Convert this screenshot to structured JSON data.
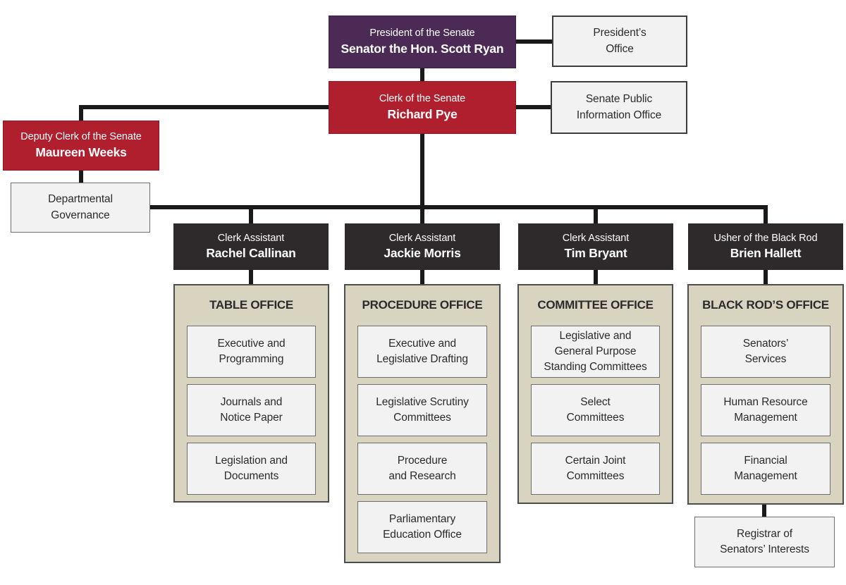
{
  "colors": {
    "purple": "#4b2a56",
    "red": "#b01f2e",
    "charcoal": "#2e2a2b",
    "container_beige": "#d8d4c0",
    "light_box": "#f2f2f2",
    "line_black": "#1a1a1a"
  },
  "nodes": {
    "president": {
      "role": "President of the Senate",
      "person": "Senator the Hon. Scott Ryan"
    },
    "presidents_office": {
      "label": "President’s\nOffice"
    },
    "clerk": {
      "role": "Clerk of the Senate",
      "person": "Richard Pye"
    },
    "senate_public_information_office": {
      "label": "Senate Public\nInformation Office"
    },
    "deputy_clerk": {
      "role": "Deputy Clerk of the Senate",
      "person": "Maureen Weeks"
    },
    "departmental_governance": {
      "label": "Departmental\nGovernance"
    },
    "clerk_assistant_table": {
      "role": "Clerk Assistant",
      "person": "Rachel Callinan"
    },
    "clerk_assistant_procedure": {
      "role": "Clerk Assistant",
      "person": "Jackie Morris"
    },
    "clerk_assistant_committee": {
      "role": "Clerk Assistant",
      "person": "Tim Bryant"
    },
    "usher_of_the_black_rod": {
      "role": "Usher of the Black Rod",
      "person": "Brien Hallett"
    },
    "registrar": {
      "label": "Registrar of\nSenators’ Interests"
    }
  },
  "offices": [
    {
      "title": "TABLE OFFICE",
      "sections": [
        "Executive and\nProgramming",
        "Journals and\nNotice Paper",
        "Legislation and\nDocuments"
      ]
    },
    {
      "title": "PROCEDURE OFFICE",
      "sections": [
        "Executive and\nLegislative Drafting",
        "Legislative Scrutiny\nCommittees",
        "Procedure\nand Research",
        "Parliamentary\nEducation Office"
      ]
    },
    {
      "title": "COMMITTEE OFFICE",
      "sections": [
        "Legislative and\nGeneral Purpose\nStanding Committees",
        "Select\nCommittees",
        "Certain Joint\nCommittees"
      ]
    },
    {
      "title": "BLACK ROD’S OFFICE",
      "sections": [
        "Senators’\nServices",
        "Human Resource\nManagement",
        "Financial\nManagement"
      ]
    }
  ]
}
